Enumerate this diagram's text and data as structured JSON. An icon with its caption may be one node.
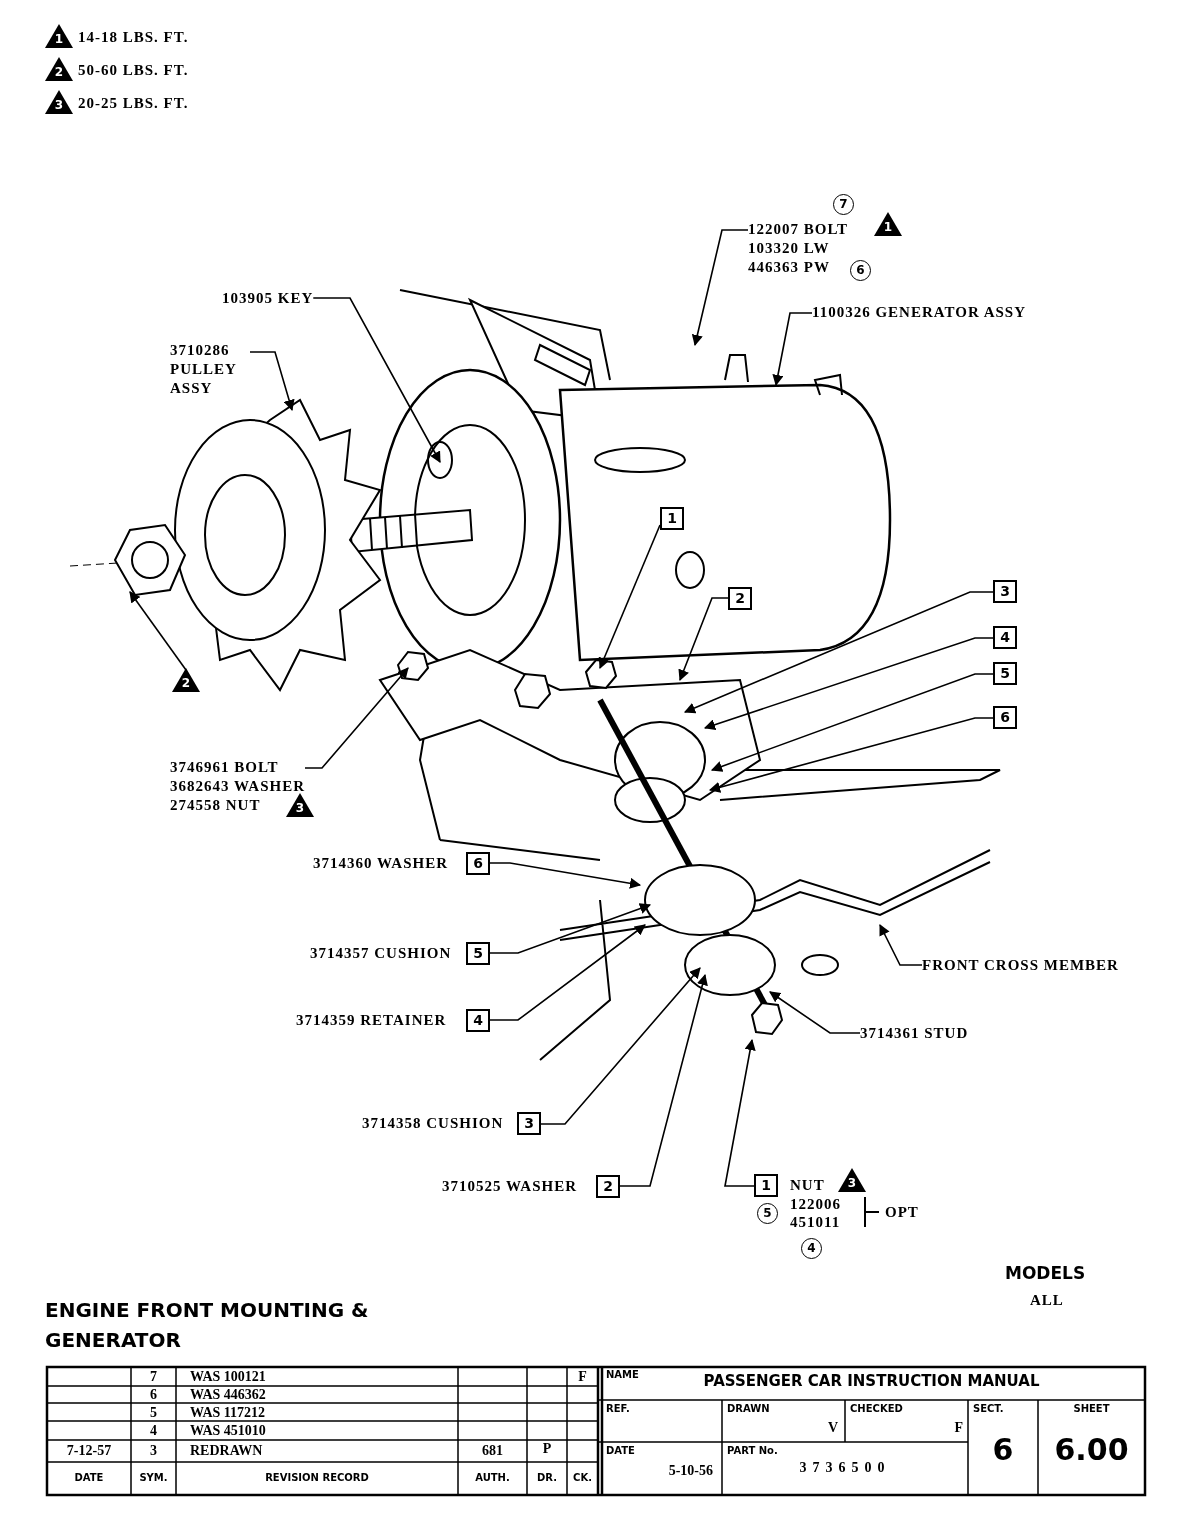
{
  "diagram": {
    "title": "ENGINE FRONT MOUNTING & GENERATOR",
    "nodes": [
      {
        "text": [
          "122007 BOLT",
          "103320 LW",
          "446363 PW"
        ],
        "beside": [
          "7",
          "1",
          "6"
        ]
      },
      {
        "text": [
          "103905 KEY"
        ]
      },
      {
        "text": [
          "1100326 GENERATOR ASSY"
        ]
      },
      {
        "text": [
          "3710286 PULLEY ASSY"
        ]
      },
      {
        "text": [
          "1"
        ]
      },
      {
        "text": [
          "2"
        ]
      },
      {
        "text": [
          "3"
        ]
      },
      {
        "text": [
          "4"
        ]
      },
      {
        "text": [
          "5"
        ]
      },
      {
        "text": [
          "6"
        ]
      },
      {
        "text": [
          "2"
        ]
      },
      {
        "text": [
          "3746961 BOLT",
          "3682643 WASHER",
          "274558 NUT"
        ],
        "beside": [
          "3"
        ]
      },
      {
        "text": [
          "6"
        ],
        "beside": [
          "3714360 WASHER"
        ]
      },
      {
        "text": [
          "5"
        ],
        "beside": [
          "3714357 CUSHION"
        ]
      },
      {
        "text": [
          "FRONT CROSS MEMBER"
        ]
      },
      {
        "text": [
          "4"
        ],
        "beside": [
          "3714359 RETAINER"
        ]
      },
      {
        "text": [
          "3714361 STUD"
        ]
      },
      {
        "text": [
          "3"
        ],
        "beside": [
          "3714358 CUSHION"
        ]
      },
      {
        "text": [
          "2"
        ],
        "beside": [
          "3710525 WASHER"
        ]
      },
      {
        "text": [
          "1"
        ],
        "beside": [
          "NUT",
          "3",
          "5",
          "122006",
          "451011",
          "OPT",
          "4"
        ]
      }
    ],
    "edges": [
      {
        "from": 0,
        "to": null,
        "arrow": "to"
      },
      {
        "from": 1,
        "to": null,
        "arrow": "to"
      },
      {
        "from": 2,
        "to": null,
        "arrow": "to"
      },
      {
        "from": 3,
        "to": null,
        "arrow": "to"
      },
      {
        "from": 4,
        "to": null,
        "arrow": "to"
      },
      {
        "from": 5,
        "to": null,
        "arrow": "to"
      },
      {
        "from": 6,
        "to": null,
        "arrow": "to"
      },
      {
        "from": 7,
        "to": null,
        "arrow": "to"
      },
      {
        "from": 8,
        "to": null,
        "arrow": "to"
      },
      {
        "from": 9,
        "to": null,
        "arrow": "to"
      },
      {
        "from": 10,
        "to": null,
        "arrow": "to"
      },
      {
        "from": 11,
        "to": null,
        "arrow": "to"
      },
      {
        "from": 12,
        "to": null,
        "arrow": "to"
      },
      {
        "from": 13,
        "to": null,
        "arrow": "to"
      },
      {
        "from": 14,
        "to": null,
        "arrow": "to"
      },
      {
        "from": 15,
        "to": null,
        "arrow": "to"
      },
      {
        "from": 16,
        "to": null,
        "arrow": "to"
      },
      {
        "from": 17,
        "to": null,
        "arrow": "to"
      },
      {
        "from": 18,
        "to": null,
        "arrow": "to"
      },
      {
        "from": 19,
        "to": null,
        "arrow": "to"
      }
    ],
    "labels": [
      "1",
      "2",
      "3",
      "MODELS",
      "ALL",
      "7",
      "WAS 100121",
      "F",
      "NAME",
      "PASSENGER CAR INSTRUCTION MANUAL",
      "6",
      "WAS 446362",
      "5",
      "WAS 117212",
      "REF.",
      "DRAWN",
      "V",
      "CHECKED",
      "F",
      "SECT.",
      "SHEET",
      "4",
      "WAS 451010",
      "7-12-57",
      "3",
      "REDRAWN",
      "681",
      "P",
      "DATE",
      "5-10-56",
      "PART No.",
      "3736500",
      "6",
      "6.00",
      "DATE",
      "SYM.",
      "REVISION RECORD",
      "AUTH.",
      "DR.",
      "CK."
    ],
    "legend": [
      {
        "text": "14-18 LBS. FT."
      },
      {
        "text": "50-60 LBS. FT."
      },
      {
        "text": "20-25 LBS. FT."
      }
    ]
  }
}
